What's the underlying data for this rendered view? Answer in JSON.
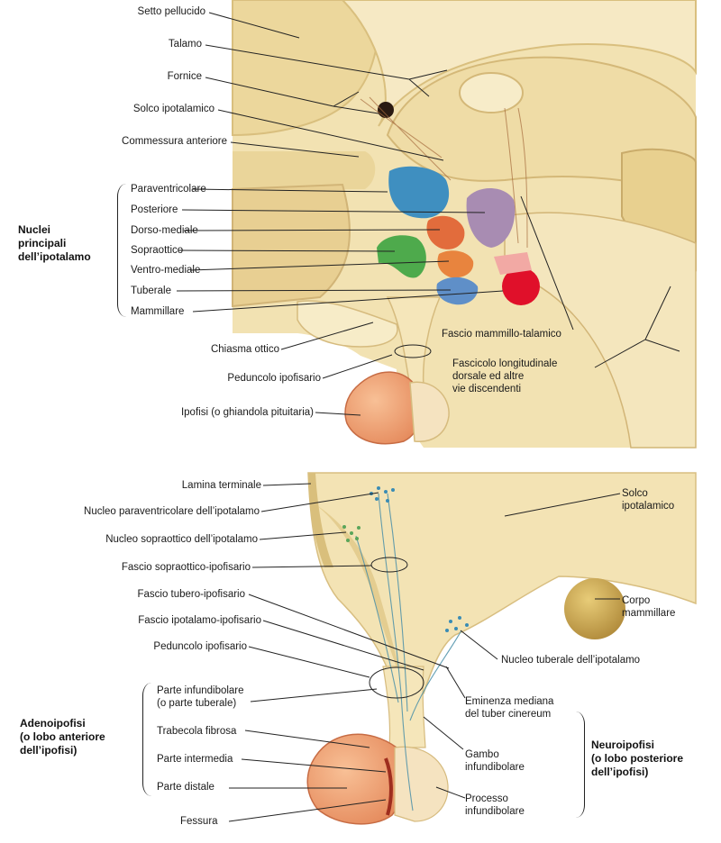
{
  "top": {
    "labels": {
      "setto_pellucido": "Setto pellucido",
      "talamo": "Talamo",
      "fornice": "Fornice",
      "solco_ipotalamico": "Solco ipotalamico",
      "commessura_anteriore": "Commessura anteriore",
      "paraventricolare": "Paraventricolare",
      "posteriore": "Posteriore",
      "dorso_mediale": "Dorso-mediale",
      "sopraottico": "Sopraottico",
      "ventro_mediale": "Ventro-mediale",
      "tuberale": "Tuberale",
      "mammillare": "Mammillare",
      "chiasma_ottico": "Chiasma ottico",
      "peduncolo_ipofisario": "Peduncolo ipofisario",
      "ipofisi": "Ipofisi (o ghiandola pituitaria)",
      "fascio_mammillo_talamico": "Fascio mammillo-talamico",
      "fascicolo_lines": [
        "Fascicolo longitudinale",
        "dorsale ed altre",
        "vie discendenti"
      ]
    },
    "group_lines": [
      "Nuclei",
      "principali",
      "dell’ipotalamo"
    ]
  },
  "bottom": {
    "labels": {
      "lamina_terminale": "Lamina terminale",
      "nucleo_paraventricolare": "Nucleo paraventricolare dell’ipotalamo",
      "nucleo_sopraottico": "Nucleo sopraottico dell’ipotalamo",
      "fascio_sopraottico": "Fascio sopraottico-ipofisario",
      "fascio_tubero": "Fascio tubero-ipofisario",
      "fascio_ipotalamo": "Fascio ipotalamo-ipofisario",
      "peduncolo_ipofisario": "Peduncolo ipofisario",
      "parte_infundibolare_lines": [
        "Parte infundibolare",
        "(o parte tuberale)"
      ],
      "trabecola_fibrosa": "Trabecola fibrosa",
      "parte_intermedia": "Parte intermedia",
      "parte_distale": "Parte distale",
      "fessura": "Fessura",
      "solco_ipotalamico_lines": [
        "Solco",
        "ipotalamico"
      ],
      "corpo_mammillare_lines": [
        "Corpo",
        "mammillare"
      ],
      "nucleo_tuberale": "Nucleo tuberale dell’ipotalamo",
      "eminenza_lines": [
        "Eminenza mediana",
        "del tuber cinereum"
      ],
      "gambo_lines": [
        "Gambo",
        "infundibolare"
      ],
      "processo_lines": [
        "Processo",
        "infundibolare"
      ]
    },
    "adeno_lines": [
      "Adenoipofisi",
      "(o lobo anteriore",
      "dell’ipofisi)"
    ],
    "neuro_lines": [
      "Neuroipofisi",
      "(o lobo posteriore",
      "dell’ipofisi)"
    ]
  },
  "colors": {
    "tissue": "#f3e3b4",
    "tissue_dark": "#e3cc8f",
    "paraventricolare": "#3f8fc0",
    "posteriore": "#a88cb2",
    "dorso_mediale": "#e26c3c",
    "sopraottico": "#4eaa4c",
    "ventro_mediale": "#e8843e",
    "tuberale": "#5f8fc8",
    "mammillare": "#e0102a",
    "adenoipofisi": "#f0a070"
  }
}
